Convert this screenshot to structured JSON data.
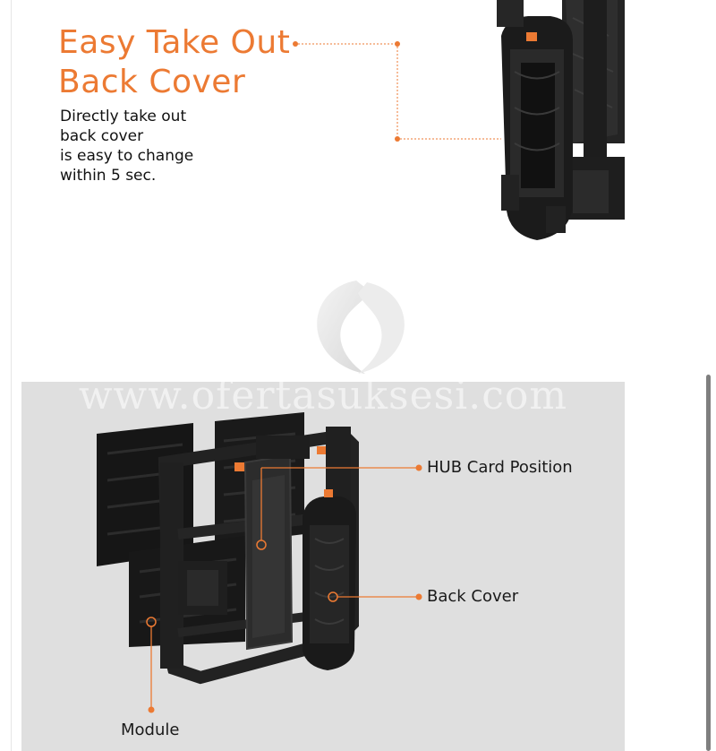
{
  "feature": {
    "heading_line1": "Easy Take Out",
    "heading_line2": "Back Cover",
    "description_lines": [
      "Directly take out",
      "back cover",
      "is easy to change",
      "within 5 sec."
    ]
  },
  "watermark": {
    "text": "www.ofertasuksesi.com"
  },
  "diagram": {
    "labels": {
      "hub_card": "HUB Card Position",
      "back_cover": "Back Cover",
      "module": "Module"
    }
  },
  "colors": {
    "accent": "#ec7a33",
    "panel_bg": "#dfdfdf",
    "text": "#111111"
  }
}
